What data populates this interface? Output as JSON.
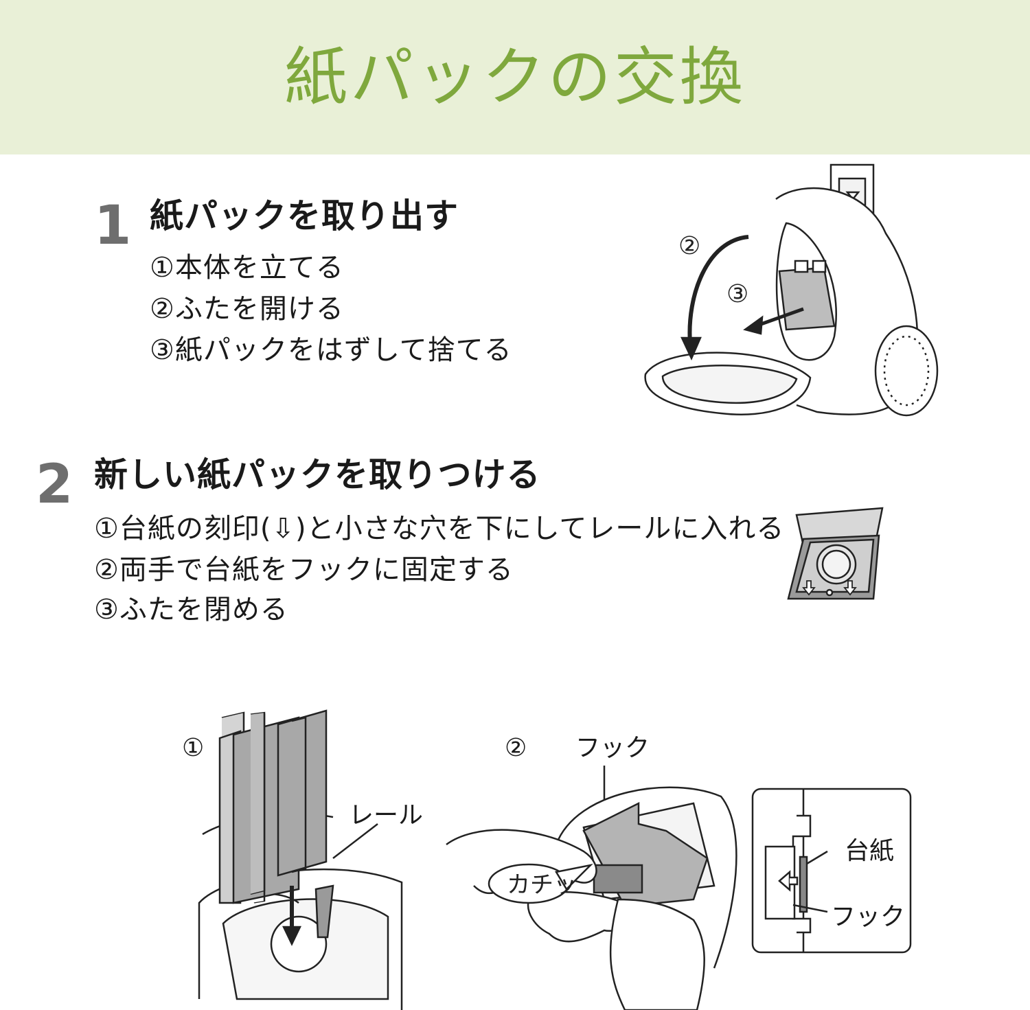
{
  "header": {
    "title": "紙パックの交換",
    "background_color": "#e9f0d7",
    "title_color": "#7fa83d"
  },
  "step1": {
    "number": "1",
    "title": "紙パックを取り出す",
    "instructions": [
      "①本体を立てる",
      "②ふたを開ける",
      "③紙パックをはずして捨てる"
    ],
    "figure_markers": [
      "②",
      "③"
    ]
  },
  "step2": {
    "number": "2",
    "title": "新しい紙パックを取りつける",
    "instructions": [
      "①台紙の刻印(⇩)と小さな穴を下にしてレールに入れる",
      "②両手で台紙をフックに固定する",
      "③ふたを閉める"
    ]
  },
  "figure1": {
    "marker": "①",
    "rail_label": "レール"
  },
  "figure2": {
    "marker": "②",
    "hook_label": "フック",
    "click_label": "カチッ",
    "inset_backing_label": "台紙",
    "inset_hook_label": "フック"
  }
}
